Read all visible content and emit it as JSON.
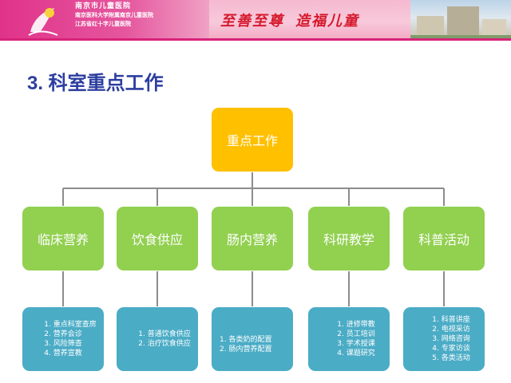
{
  "header": {
    "hospital_lines": [
      "南京市儿童医院",
      "南京医科大学附属南京儿童医院",
      "江苏省红十字儿童医院"
    ],
    "slogan": [
      "至善至尊",
      "造福儿童"
    ]
  },
  "title": "3. 科室重点工作",
  "root": "重点工作",
  "categories": [
    {
      "label": "临床营养",
      "items": [
        "1. 重点科室查房",
        "2. 营养会诊",
        "3. 风险筛查",
        "4. 营养宣教"
      ]
    },
    {
      "label": "饮食供应",
      "items": [
        "1. 普通饮食供应",
        "2. 治疗饮食供应"
      ]
    },
    {
      "label": "肠内营养",
      "items": [
        "1. 各类奶的配置",
        "2. 肠内营养配置"
      ]
    },
    {
      "label": "科研教学",
      "items": [
        "1. 进修带教",
        "2. 员工培训",
        "3. 学术授课",
        "4. 课题研究"
      ]
    },
    {
      "label": "科普活动",
      "items": [
        "1. 科普讲座",
        "2. 电视采访",
        "3. 网络咨询",
        "4. 专家访谈",
        "5. 各类活动"
      ]
    }
  ],
  "colors": {
    "root": "#ffc000",
    "category": "#92d050",
    "leaf": "#4bacc6",
    "title": "#2c3ea0",
    "connector": "#8c8c8c"
  }
}
